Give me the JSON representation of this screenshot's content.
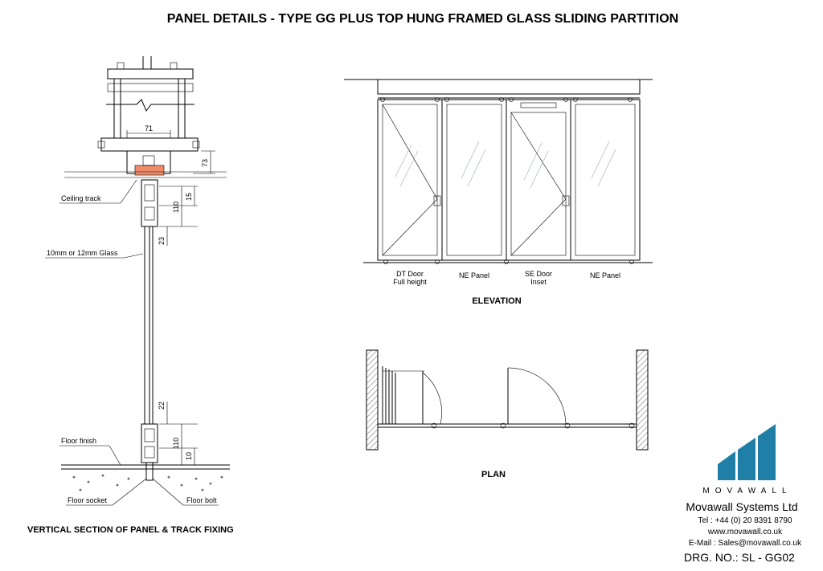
{
  "title": "PANEL DETAILS -  TYPE GG PLUS TOP HUNG FRAMED GLASS SLIDING PARTITION",
  "section": {
    "caption": "VERTICAL SECTION OF PANEL & TRACK FIXING",
    "labels": {
      "ceiling_track": "Ceiling track",
      "glass": "10mm or 12mm Glass",
      "floor_finish": "Floor finish",
      "floor_socket": "Floor socket",
      "floor_bolt": "Floor bolt"
    },
    "dims": {
      "width_71": "71",
      "height_73": "73",
      "top_110": "110",
      "top_15": "15",
      "top_23": "23",
      "bottom_22": "22",
      "bottom_110": "110",
      "bottom_10": "10"
    }
  },
  "elevation": {
    "caption": "ELEVATION",
    "panels": [
      {
        "line1": "DT Door",
        "line2": "Full height"
      },
      {
        "line1": "NE Panel",
        "line2": ""
      },
      {
        "line1": "SE Door",
        "line2": "Inset"
      },
      {
        "line1": "NE Panel",
        "line2": ""
      }
    ]
  },
  "plan": {
    "caption": "PLAN"
  },
  "company": {
    "brand": "MOVAWALL",
    "name": "Movawall Systems Ltd",
    "tel": "Tel : +44 (0) 20 8391 8790",
    "web": "www.movawall.co.uk",
    "email": "E-Mail : Sales@movawall.co.uk",
    "drawing_no": "DRG. NO.: SL - GG02"
  },
  "colors": {
    "logo_blue": "#1f7fa6",
    "track_orange": "#f08c6a"
  }
}
